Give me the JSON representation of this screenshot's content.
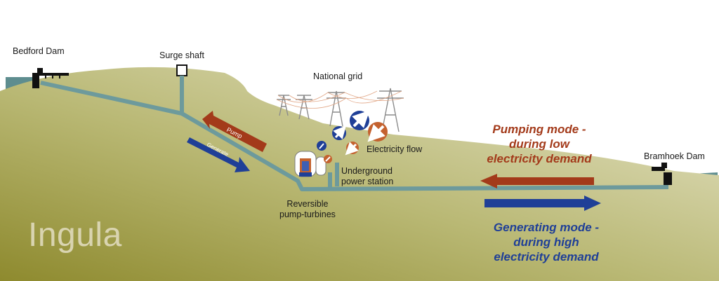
{
  "labels": {
    "bedford_dam": "Bedford Dam",
    "surge_shaft": "Surge shaft",
    "national_grid": "National grid",
    "electricity_flow": "Electricity flow",
    "underground_line1": "Underground",
    "underground_line2": "power station",
    "reversible_line1": "Reversible",
    "reversible_line2": "pump-turbines",
    "bramhoek_dam": "Bramhoek Dam",
    "pump_arrow": "Pump",
    "generate_arrow": "Generate"
  },
  "modes": {
    "pumping_line1": "Pumping mode -",
    "pumping_line2": "during low",
    "pumping_line3": "electricity demand",
    "generating_line1": "Generating mode -",
    "generating_line2": "during high",
    "generating_line3": "electricity demand"
  },
  "brand": "Ingula",
  "colors": {
    "pump": "#a33a1a",
    "generate": "#1f3f97",
    "water": "#5e8d8f",
    "ground_dark": "#8e8a2e",
    "ground_light": "#e6e3c6"
  }
}
